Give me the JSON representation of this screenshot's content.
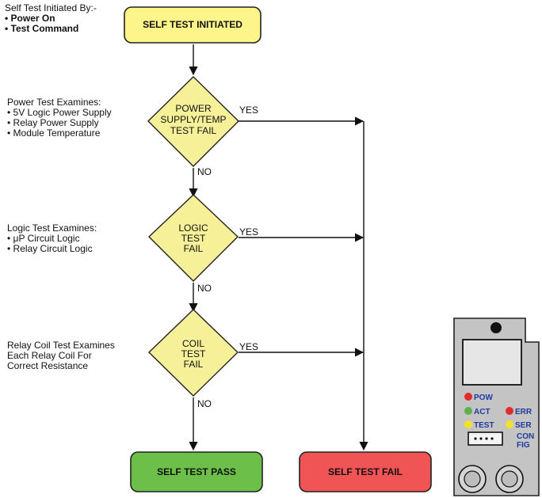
{
  "notes": {
    "initiated": {
      "heading": "Self Test Initiated By:-",
      "items": [
        "• Power On",
        "• Test Command"
      ]
    },
    "power": {
      "heading": "Power Test Examines:",
      "items": [
        "• 5V Logic Power Supply",
        "• Relay Power Supply",
        "• Module Temperature"
      ]
    },
    "logic": {
      "heading": "Logic Test Examines:",
      "items": [
        "• μP Circuit Logic",
        "• Relay Circuit Logic"
      ]
    },
    "coil": {
      "lines": [
        "Relay Coil Test Examines",
        "Each Relay Coil For",
        "Correct Resistance"
      ]
    }
  },
  "flow": {
    "start": "SELF TEST INITIATED",
    "decision_power": [
      "POWER",
      "SUPPLY/TEMP",
      "TEST FAIL"
    ],
    "decision_logic": [
      "LOGIC",
      "TEST",
      "FAIL"
    ],
    "decision_coil": [
      "COIL",
      "TEST",
      "FAIL"
    ],
    "yes": "YES",
    "no": "NO",
    "pass": "SELF TEST PASS",
    "fail": "SELF TEST FAIL"
  },
  "colors": {
    "start": "#fdf48a",
    "decision": "#f6f199",
    "pass": "#6cc04a",
    "fail": "#f05454",
    "panel": "#c4c4c4"
  },
  "panel": {
    "leds": {
      "pow": "POW",
      "act": "ACT",
      "test": "TEST",
      "err": "ERR",
      "ser": "SER",
      "config": [
        "CON",
        "FIG"
      ]
    },
    "led_colors": {
      "pow": "#e22b2b",
      "act": "#5db04a",
      "test": "#f2e02a",
      "err": "#e22b2b",
      "ser": "#f2e02a"
    }
  }
}
